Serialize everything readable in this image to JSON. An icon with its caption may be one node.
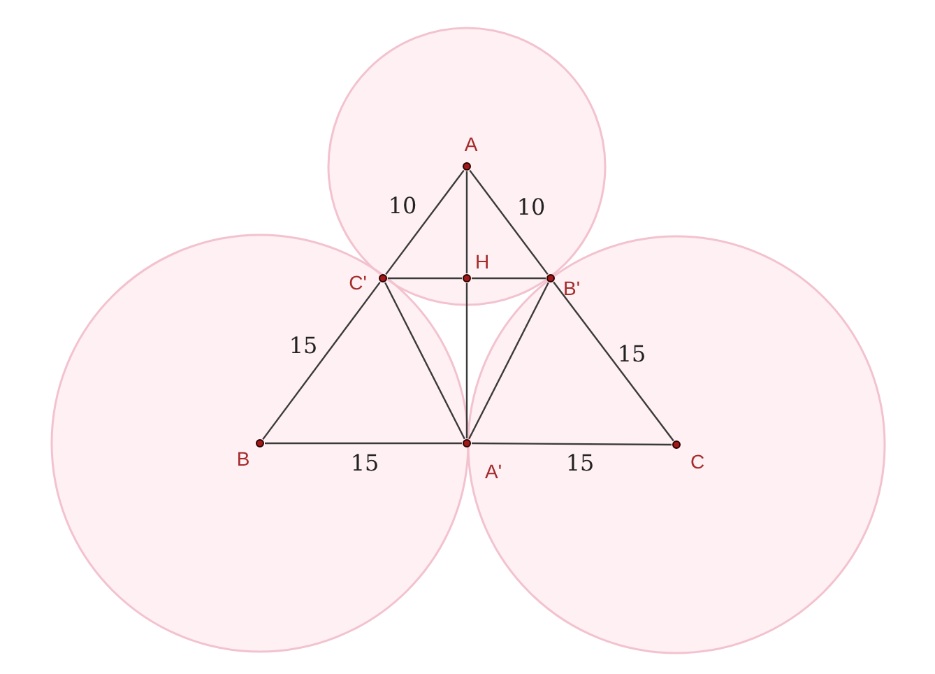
{
  "diagram": {
    "nodes": [
      {
        "text": [],
        "shape": "circle",
        "beside": [
          "A"
        ]
      },
      {
        "text": [],
        "shape": "circle",
        "beside": [
          "C'"
        ]
      },
      {
        "text": [],
        "shape": "circle",
        "beside": [
          "H"
        ]
      },
      {
        "text": [],
        "shape": "circle",
        "beside": [
          "B'"
        ]
      },
      {
        "text": [],
        "shape": "circle",
        "beside": [
          "B"
        ]
      },
      {
        "text": [],
        "shape": "circle",
        "beside": [
          "A'"
        ]
      },
      {
        "text": [],
        "shape": "circle",
        "beside": [
          "C"
        ]
      }
    ],
    "edges": [
      {
        "from": 0,
        "to": 1,
        "arrow": "none",
        "label": "10"
      },
      {
        "from": 0,
        "to": 3,
        "arrow": "none",
        "label": "10"
      },
      {
        "from": 1,
        "to": 4,
        "arrow": "none",
        "label": "15"
      },
      {
        "from": 4,
        "to": 5,
        "arrow": "none",
        "label": "15"
      },
      {
        "from": 5,
        "to": 6,
        "arrow": "none",
        "label": "15"
      },
      {
        "from": 6,
        "to": 3,
        "arrow": "none",
        "label": "15"
      },
      {
        "from": 1,
        "to": 2,
        "arrow": "none"
      },
      {
        "from": 2,
        "to": 3,
        "arrow": "none"
      },
      {
        "from": 1,
        "to": 5,
        "arrow": "none"
      },
      {
        "from": 3,
        "to": 5,
        "arrow": "none"
      },
      {
        "from": 0,
        "to": 2,
        "arrow": "none"
      },
      {
        "from": 2,
        "to": 5,
        "arrow": "none"
      }
    ]
  }
}
